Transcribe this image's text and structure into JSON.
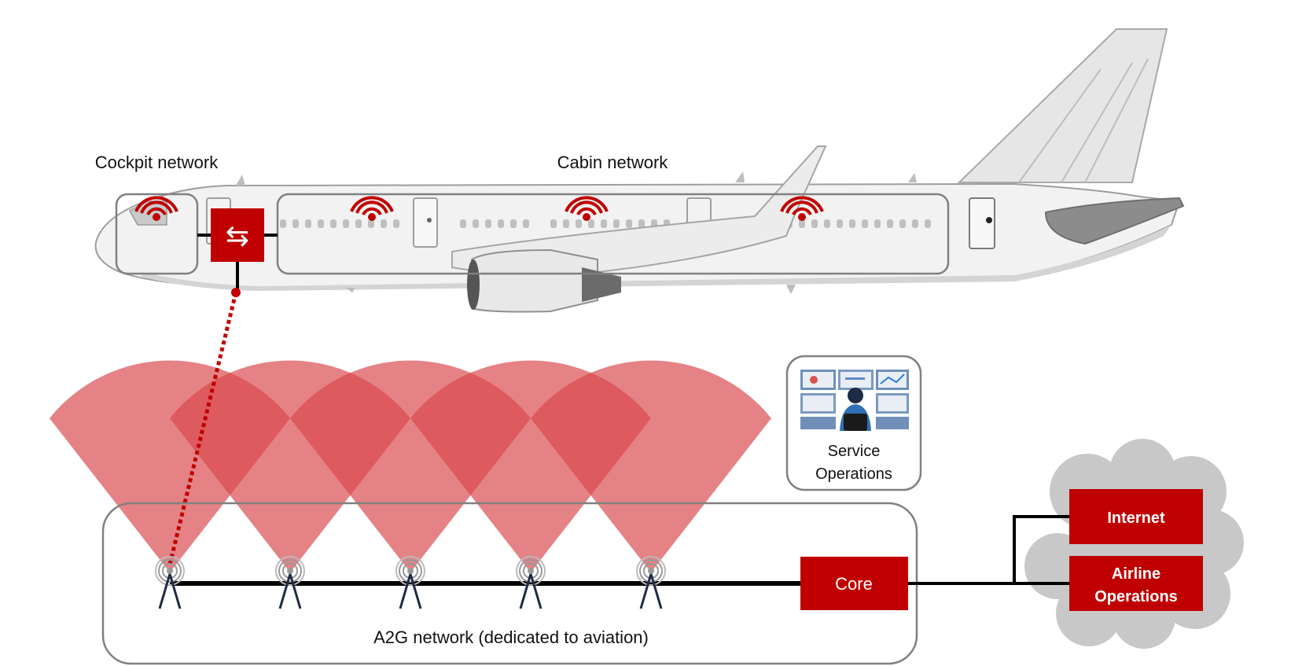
{
  "labels": {
    "cockpit": "Cockpit network",
    "cabin": "Cabin network",
    "service_line1": "Service",
    "service_line2": "Operations",
    "a2g": "A2G network (dedicated to aviation)",
    "core": "Core",
    "internet": "Internet",
    "airline_line1": "Airline",
    "airline_line2": "Operations",
    "router_symbol": "⇆"
  },
  "colors": {
    "accent_red": "#c00000",
    "coverage_red": "#d9474b",
    "box_outline": "#808080",
    "cloud_gray": "#c8c8c8",
    "link_black": "#000000"
  },
  "icons": {
    "wifi": "wifi-icon",
    "router": "router-icon",
    "tower": "cell-tower-icon",
    "operator": "operator-workstation-icon",
    "cloud": "cloud-icon"
  },
  "cell_towers": 5,
  "wifi_hotspots": 4
}
